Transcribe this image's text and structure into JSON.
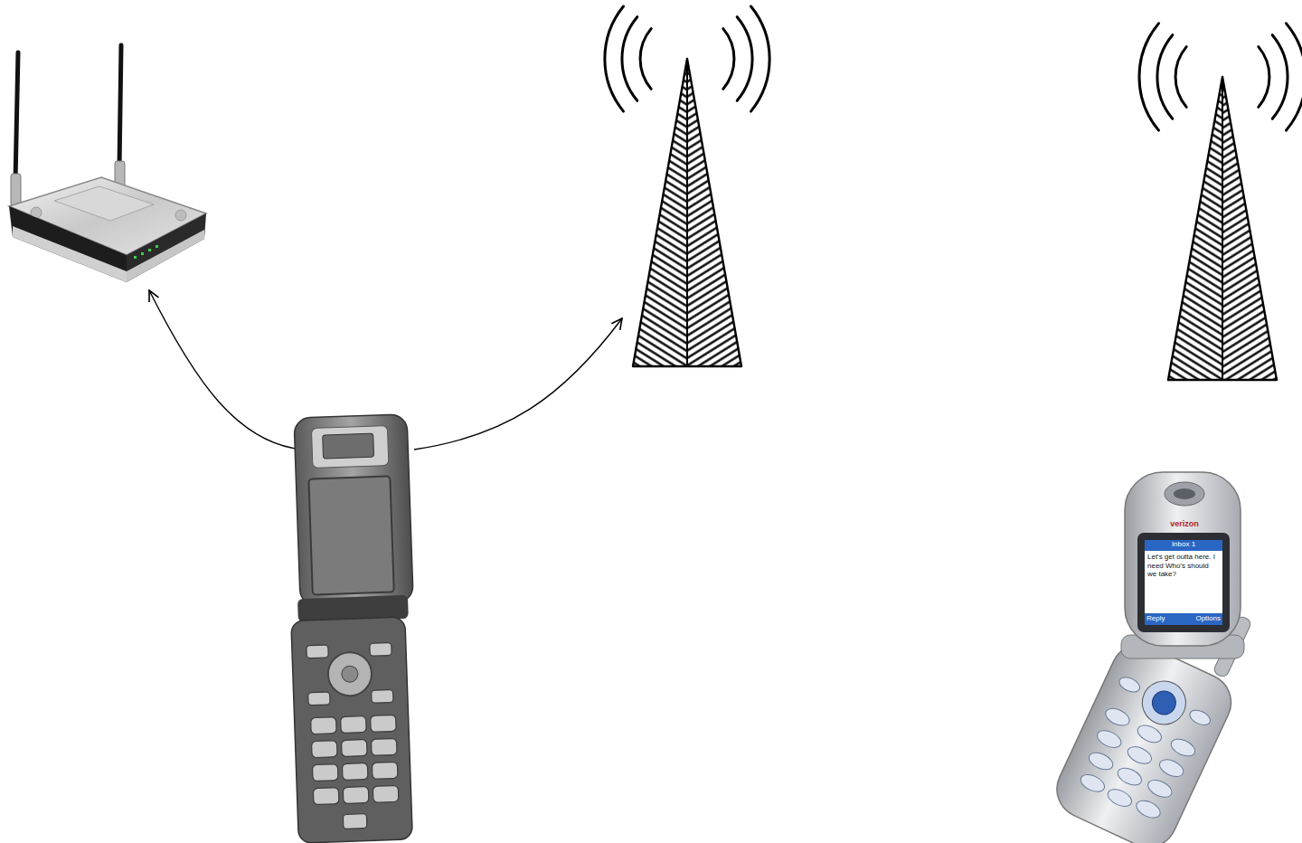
{
  "diagram": {
    "labels": [
      "verizon",
      "Inbox 1",
      "Let's get outta here. I need Who's should we take?",
      "Reply",
      "Options"
    ]
  }
}
